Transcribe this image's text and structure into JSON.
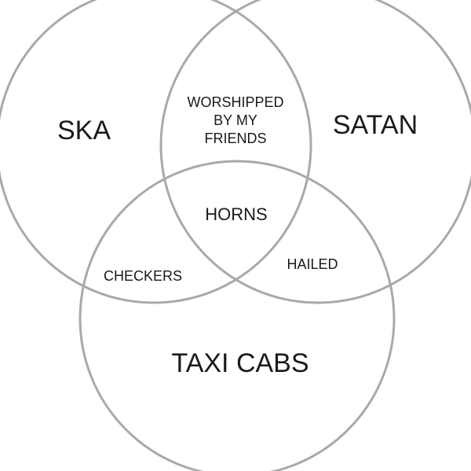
{
  "diagram": {
    "sets": [
      {
        "id": "ska",
        "label": "SKA"
      },
      {
        "id": "satan",
        "label": "SATAN"
      },
      {
        "id": "taxi",
        "label": "TAXI CABS"
      }
    ],
    "intersections": {
      "ska_satan": [
        "WORSHIPPED",
        "BY MY",
        "FRIENDS"
      ],
      "ska_taxi": "CHECKERS",
      "satan_taxi": "HAILED",
      "all": "HORNS"
    },
    "colors": {
      "stroke": "#a9a9a9",
      "text": "#1a1a1a",
      "background": "#ffffff"
    }
  }
}
